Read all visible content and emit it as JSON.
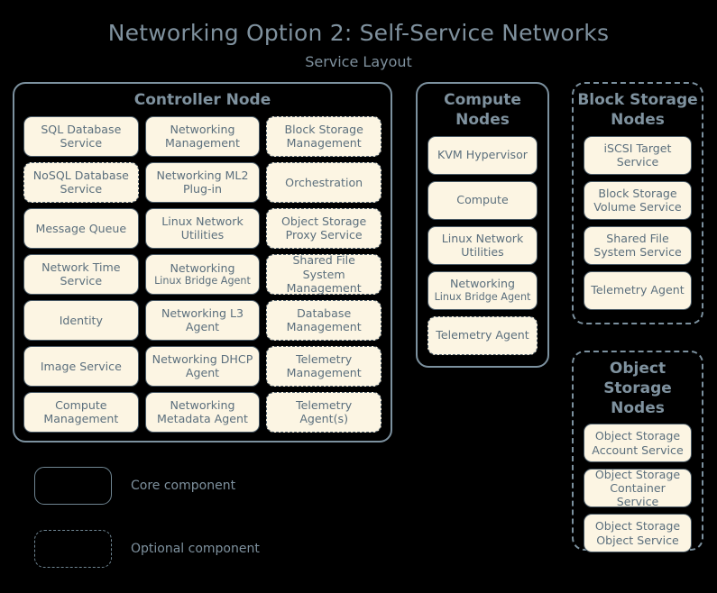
{
  "title": "Networking Option 2: Self-Service Networks",
  "subtitle": "Service Layout",
  "colors": {
    "background": "#000000",
    "container_border": "#7c919f",
    "service_fill": "#fcf5e3",
    "service_border": "#4a5a66",
    "service_text": "#5b6f7d",
    "title_text": "#7f919e"
  },
  "nodes": {
    "controller": {
      "title": "Controller Node",
      "optional": false,
      "services": [
        {
          "label": "SQL Database Service",
          "optional": false
        },
        {
          "label": "Networking Management",
          "optional": false
        },
        {
          "label": "Block Storage Management",
          "optional": true
        },
        {
          "label": "NoSQL Database Service",
          "optional": true
        },
        {
          "label": "Networking ML2 Plug-in",
          "optional": false
        },
        {
          "label": "Orchestration",
          "optional": true
        },
        {
          "label": "Message Queue",
          "optional": false
        },
        {
          "label": "Linux Network Utilities",
          "optional": false
        },
        {
          "label": "Object Storage Proxy Service",
          "optional": true
        },
        {
          "label": "Network Time Service",
          "optional": false
        },
        {
          "label": "Networking",
          "sub": "Linux Bridge Agent",
          "optional": false
        },
        {
          "label": "Shared File System Management",
          "optional": true
        },
        {
          "label": "Identity",
          "optional": false
        },
        {
          "label": "Networking L3 Agent",
          "optional": false
        },
        {
          "label": "Database Management",
          "optional": true
        },
        {
          "label": "Image Service",
          "optional": false
        },
        {
          "label": "Networking DHCP Agent",
          "optional": false
        },
        {
          "label": "Telemetry Management",
          "optional": true
        },
        {
          "label": "Compute Management",
          "optional": false
        },
        {
          "label": "Networking Metadata Agent",
          "optional": false
        },
        {
          "label": "Telemetry Agent(s)",
          "optional": true
        }
      ]
    },
    "compute": {
      "title": "Compute Nodes",
      "optional": false,
      "services": [
        {
          "label": "KVM Hypervisor",
          "optional": false
        },
        {
          "label": "Compute",
          "optional": false
        },
        {
          "label": "Linux Network Utilities",
          "optional": false
        },
        {
          "label": "Networking",
          "sub": "Linux Bridge Agent",
          "optional": false
        },
        {
          "label": "Telemetry Agent",
          "optional": true
        }
      ]
    },
    "block_storage": {
      "title": "Block Storage Nodes",
      "optional": true,
      "services": [
        {
          "label": "iSCSI Target Service",
          "optional": false
        },
        {
          "label": "Block Storage Volume Service",
          "optional": false
        },
        {
          "label": "Shared File System Service",
          "optional": false
        },
        {
          "label": "Telemetry Agent",
          "optional": false
        }
      ]
    },
    "object_storage": {
      "title": "Object Storage Nodes",
      "optional": true,
      "services": [
        {
          "label": "Object Storage Account Service",
          "optional": false
        },
        {
          "label": "Object Storage Container Service",
          "optional": false
        },
        {
          "label": "Object Storage Object Service",
          "optional": false
        }
      ]
    }
  },
  "legend": {
    "core_label": "Core component",
    "optional_label": "Optional component"
  }
}
